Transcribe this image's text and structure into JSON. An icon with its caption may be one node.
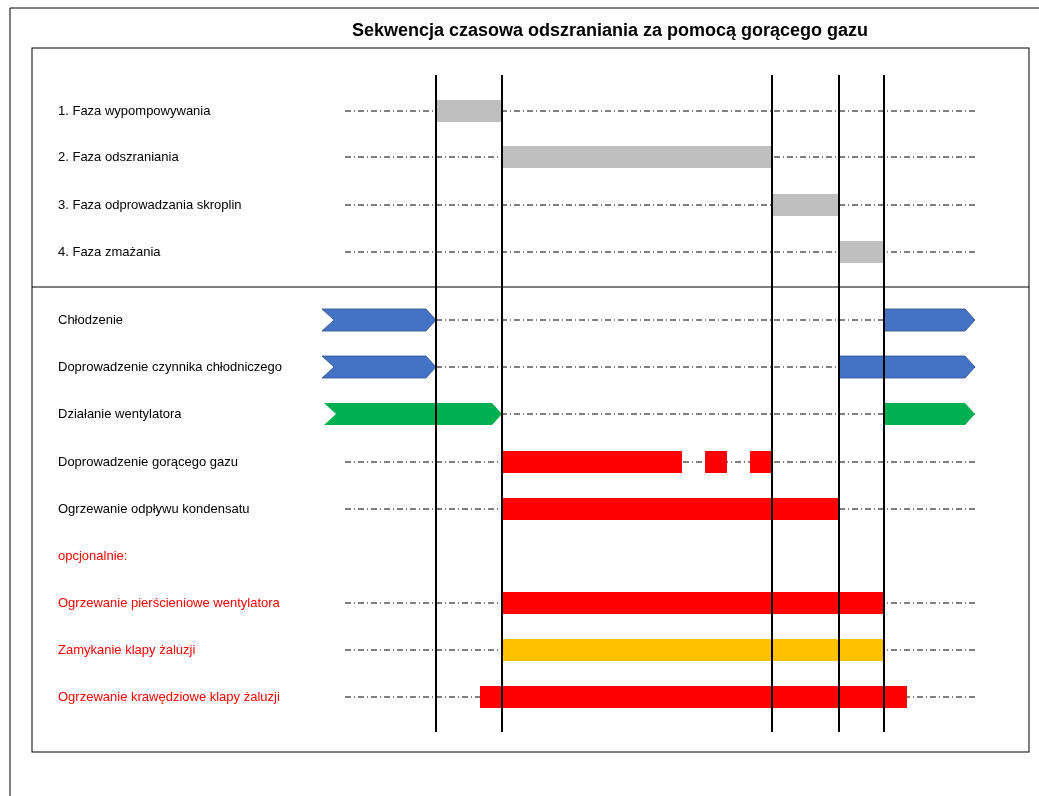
{
  "diagram": {
    "title": "Sekwencja czasowa odszraniania za pomocą gorącego gazu",
    "labels": [
      "1. Faza wypompowywania",
      "2. Faza odszraniania",
      "3. Faza odprowadzania skroplin",
      "4. Faza zmażania",
      "Chłodzenie",
      "Doprowadzenie czynnika chłodniczego",
      "Działanie wentylatora",
      "Doprowadzenie gorącego gazu",
      "Ogrzewanie odpływu kondensatu",
      "opcjonalnie:",
      "Ogrzewanie pierścieniowe wentylatora",
      "Zamykanie klapy żaluzji",
      "Ogrzewanie krawędziowe klapy żaluzji"
    ]
  }
}
